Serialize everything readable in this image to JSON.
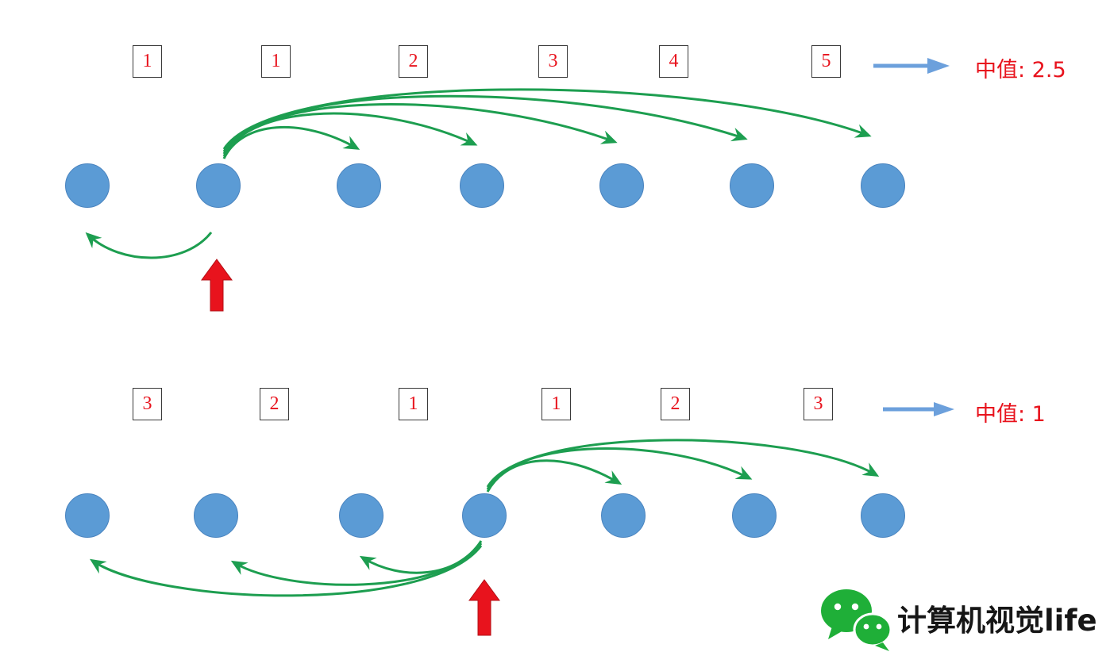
{
  "top_diagram": {
    "distance_boxes": [
      "1",
      "1",
      "2",
      "3",
      "4",
      "5"
    ],
    "median_label": "中值: 2.5"
  },
  "bottom_diagram": {
    "distance_boxes": [
      "3",
      "2",
      "1",
      "1",
      "2",
      "3"
    ],
    "median_label": "中值: 1"
  },
  "watermark": {
    "text": "计算机视觉life"
  },
  "colors": {
    "node_fill": "#5b9bd5",
    "node_border": "#4a84bf",
    "arc_green": "#1d9e50",
    "arrow_red": "#e8131d",
    "label_red": "#e8131d",
    "pointer_blue": "#6ca0dc",
    "logo_green": "#1faf38"
  }
}
